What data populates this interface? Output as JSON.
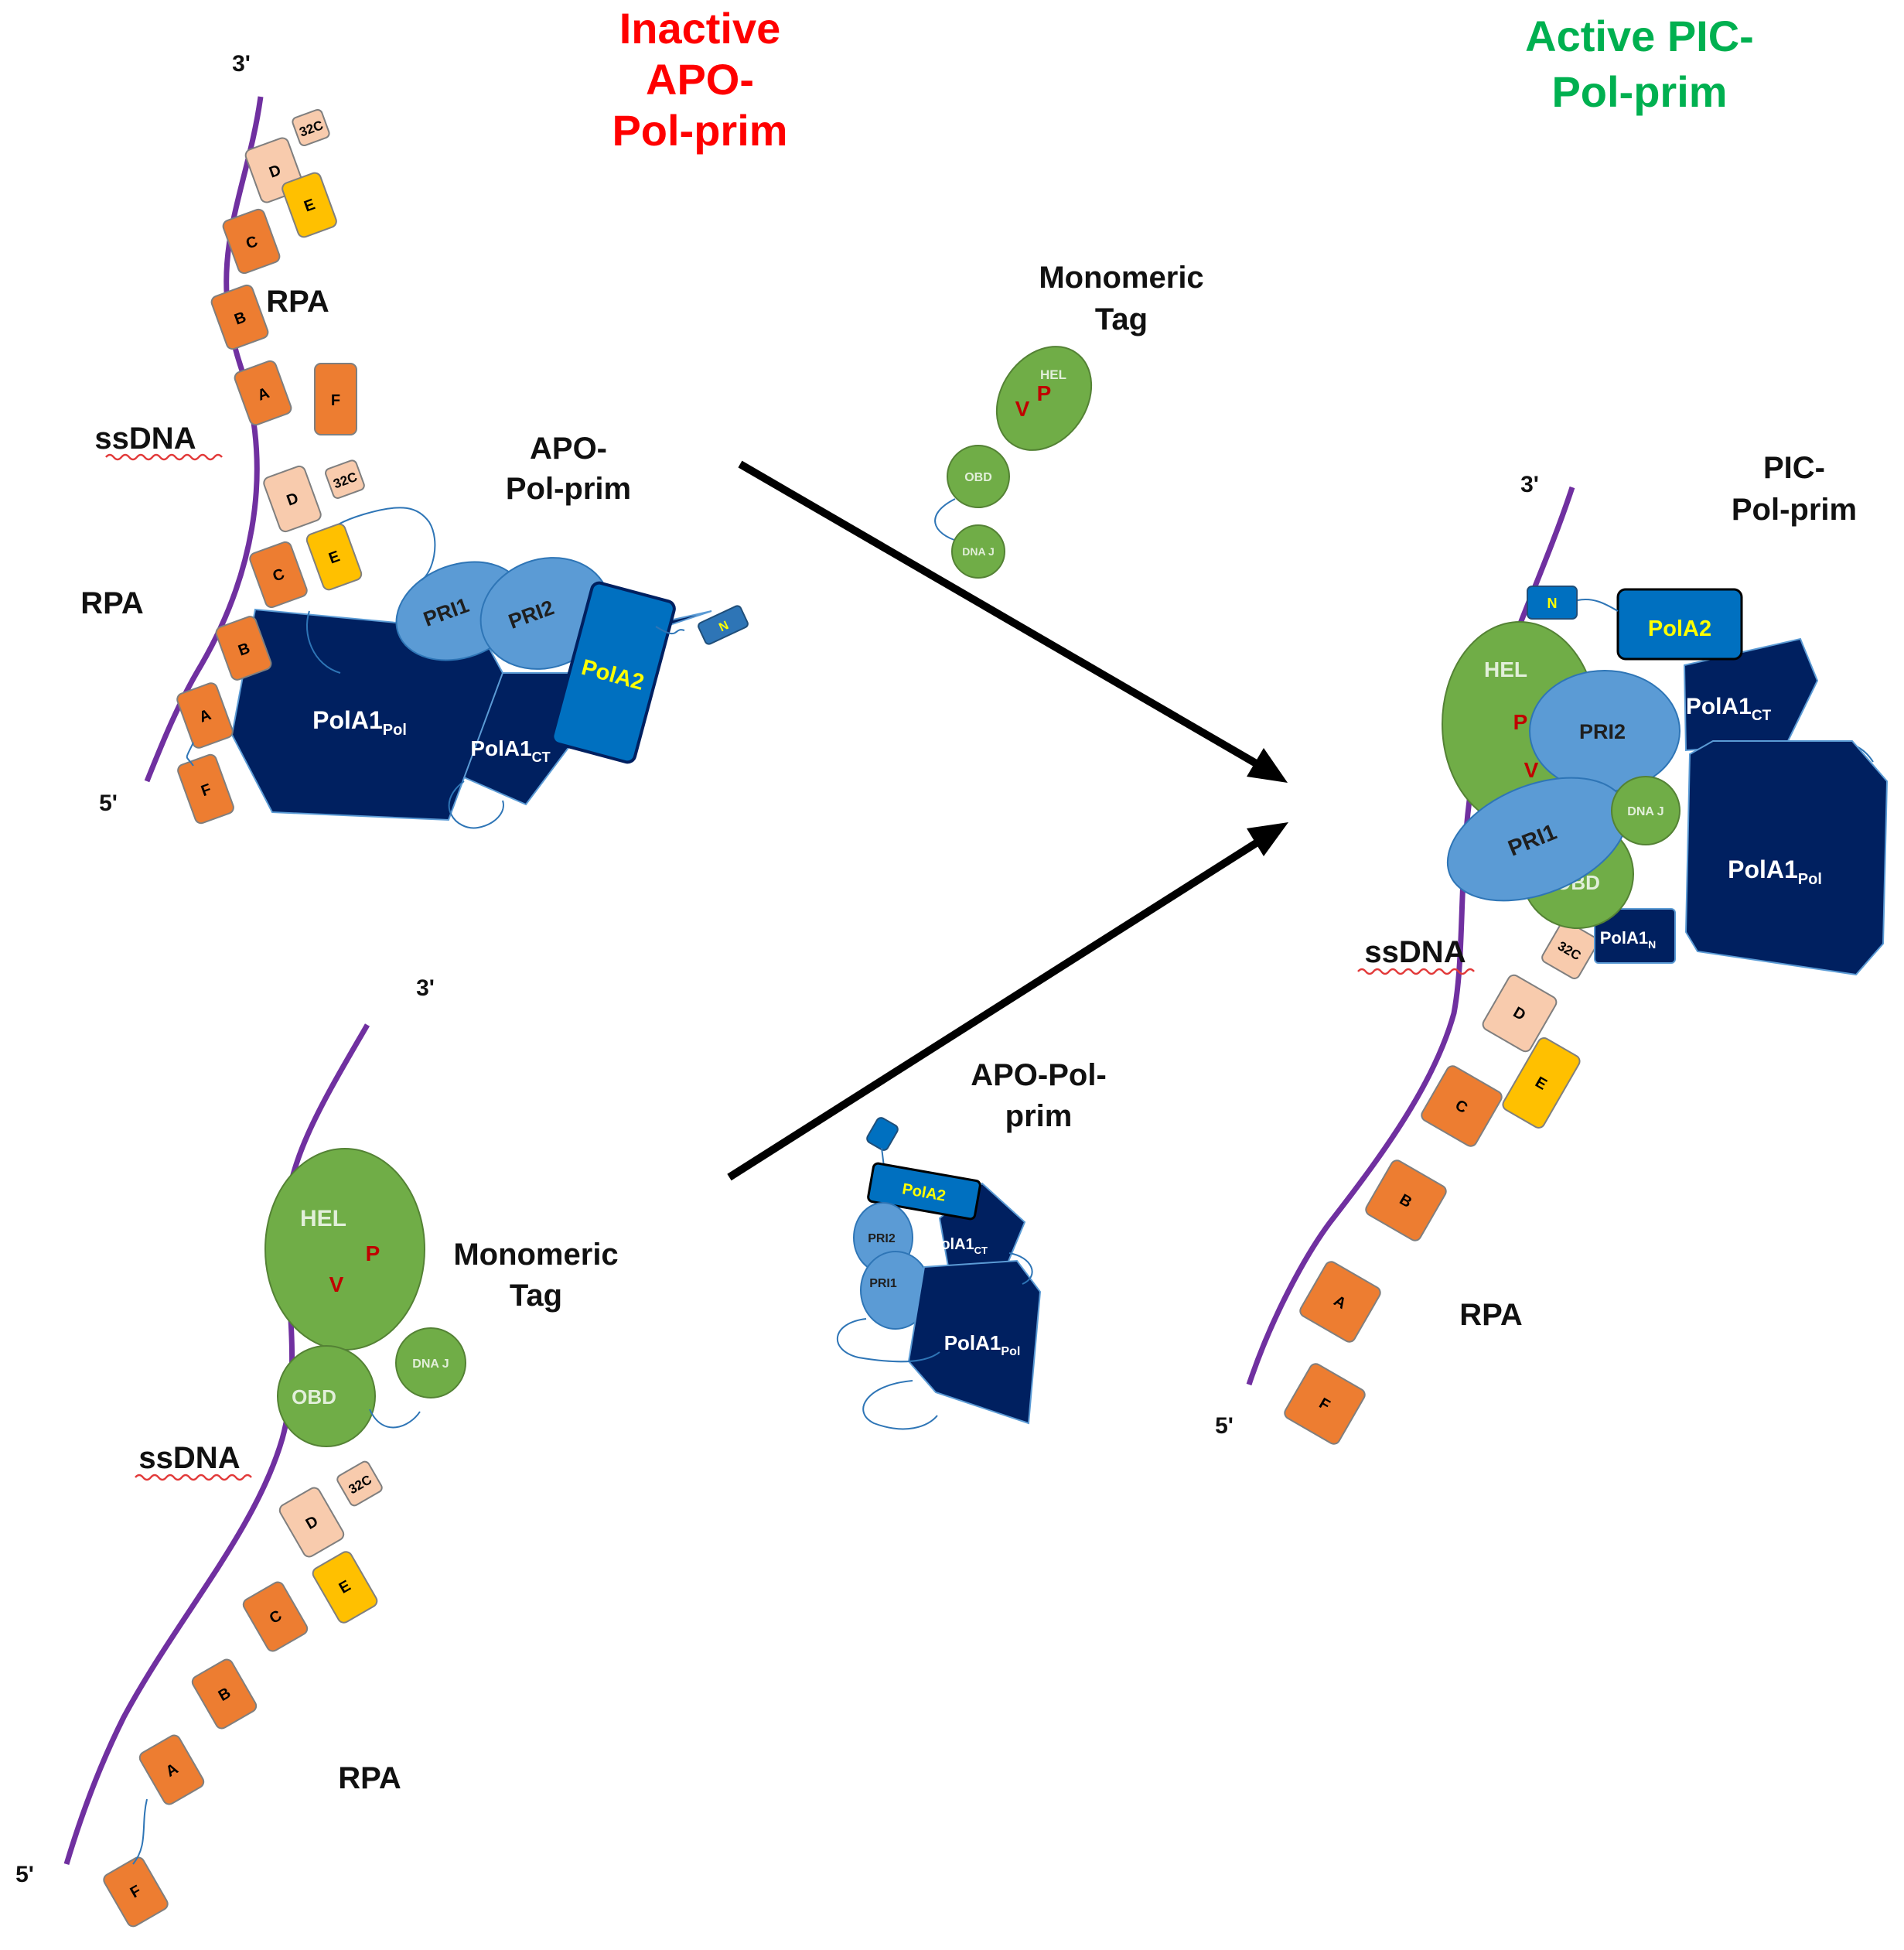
{
  "titles": {
    "inactive": [
      "Inactive",
      "APO-",
      "Pol-prim"
    ],
    "active": [
      "Active PIC-",
      "Pol-prim"
    ]
  },
  "colors": {
    "inactive_title": "#ff0000",
    "active_title": "#00b050",
    "ssdna": "#7030a0",
    "rpa_orange": "#ed7d31",
    "rpa_light": "#f8cbad",
    "rpa_yellow": "#ffc000",
    "tag_green": "#70ad47",
    "pri_blue": "#5b9bd5",
    "pola2_blue": "#0070c0",
    "polymerase_navy": "#002060",
    "pola2_text": "#ffff00",
    "hel_mark": "#c00000"
  },
  "labels": {
    "three_prime": "3'",
    "five_prime": "5'",
    "rpa": "RPA",
    "ssdna": "ssDNA",
    "apo_pol_prim": [
      "APO-",
      "Pol-prim"
    ],
    "apo_pol_prim_small": [
      "APO-Pol-",
      "prim"
    ],
    "monomeric_tag": [
      "Monomeric",
      "Tag"
    ],
    "pic_pol_prim": [
      "PIC-",
      "Pol-prim"
    ]
  },
  "domains": {
    "rpa": [
      "A",
      "B",
      "C",
      "D",
      "E",
      "F",
      "32C"
    ],
    "pri1": "PRI1",
    "pri2": "PRI2",
    "pola2": "PolA2",
    "pola1_pol": "PolA1",
    "pola1_pol_sub": "Pol",
    "pola1_ct": "PolA1",
    "pola1_ct_sub": "CT",
    "pola1_n": "PolA1",
    "pola1_n_sub": "N",
    "n_term": "N",
    "hel": "HEL",
    "obd": "OBD",
    "dnaj": "DNA J",
    "p": "P",
    "v": "V"
  }
}
